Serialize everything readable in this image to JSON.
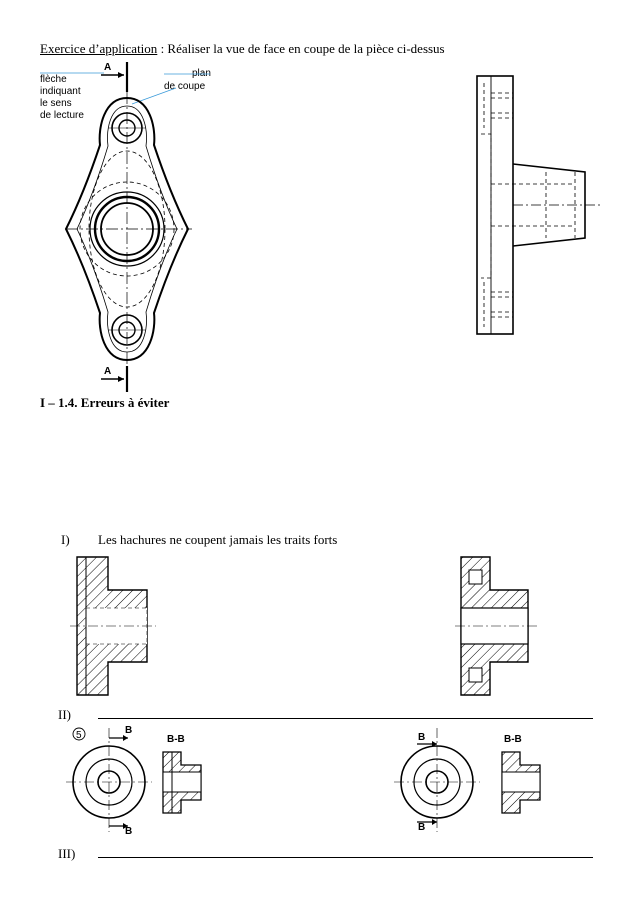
{
  "header": {
    "exercise_label": "Exercice d’application",
    "exercise_text": " : Réaliser la vue de face en coupe de la pièce ci-dessus"
  },
  "figure1": {
    "callout_arrow": [
      "flèche",
      "indiquant",
      "le sens",
      "de lecture"
    ],
    "callout_plane": [
      "plan",
      "de coupe"
    ],
    "section_letter": "A"
  },
  "section": {
    "heading": "I – 1.4. Erreurs à éviter"
  },
  "items": [
    {
      "number": "I)",
      "text": "Les hachures ne coupent jamais les traits forts"
    },
    {
      "number": "II)",
      "text": ""
    },
    {
      "number": "III)",
      "text": ""
    }
  ],
  "figure3": {
    "index": "5",
    "section_letter": "B",
    "section_title": "B-B"
  }
}
